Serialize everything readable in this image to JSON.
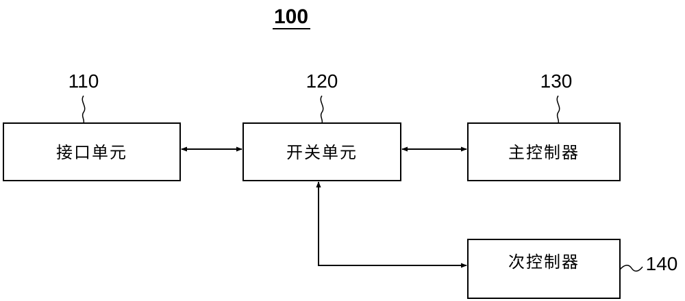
{
  "diagram": {
    "title": "100",
    "blocks": {
      "interface": {
        "ref": "110",
        "label": "接口单元"
      },
      "switch": {
        "ref": "120",
        "label": "开关单元"
      },
      "main_controller": {
        "ref": "130",
        "label": "主控制器"
      },
      "sub_controller": {
        "ref": "140",
        "label": "次控制器"
      }
    },
    "connections": [
      {
        "from": "interface",
        "to": "switch",
        "bidirectional": true
      },
      {
        "from": "switch",
        "to": "main_controller",
        "bidirectional": true
      },
      {
        "from": "switch",
        "to": "sub_controller",
        "bidirectional": true
      }
    ],
    "colors": {
      "line": "#000000",
      "background": "#ffffff"
    }
  }
}
